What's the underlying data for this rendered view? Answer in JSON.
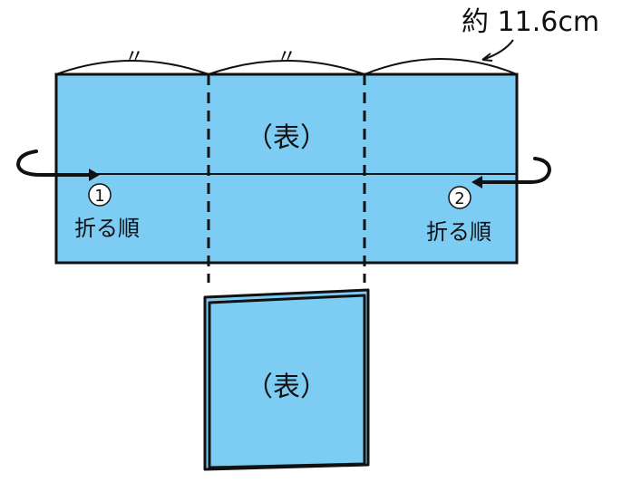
{
  "size_label": "約 11.6cm",
  "equal_mark_left": "〃",
  "equal_mark_right": "〃",
  "front_label_top": "（表）",
  "front_label_bottom": "（表）",
  "step1": {
    "number": "1",
    "label": "折る順"
  },
  "step2": {
    "number": "2",
    "label": "折る順"
  },
  "colors": {
    "paper_fill": "#7dccf4",
    "outline": "#111111",
    "background": "#ffffff"
  }
}
